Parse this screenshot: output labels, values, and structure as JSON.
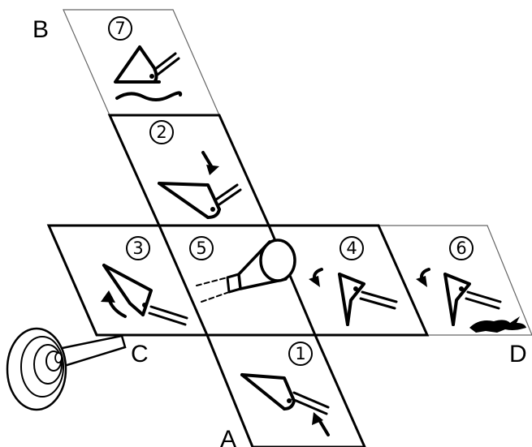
{
  "corner_labels": {
    "a": "A",
    "b": "B",
    "c": "C",
    "d": "D"
  },
  "positions": {
    "p1": "1",
    "p2": "2",
    "p3": "3",
    "p4": "4",
    "p5": "5",
    "p6": "6",
    "p7": "7"
  },
  "icons": {
    "p1": "bucket-raise-arrow-up-icon",
    "p2": "bucket-lower-arrow-down-icon",
    "p3": "bucket-curl-arrow-icon",
    "p4": "bucket-dump-arrow-icon",
    "p5": "joystick-knob-neutral-icon",
    "p6": "bucket-dump-fast-rabbit-icon",
    "p7": "bucket-float-wave-icon"
  },
  "colors": {
    "ink": "#000000",
    "background": "#ffffff",
    "thin_border": "#666666"
  }
}
